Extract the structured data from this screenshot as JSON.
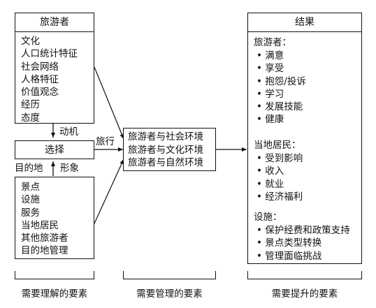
{
  "tourist_box": {
    "title": "旅游者",
    "items": [
      "文化",
      "人口统计特征",
      "社会网络",
      "人格特征",
      "价值观念",
      "经历",
      "态度"
    ]
  },
  "choice_box": {
    "label": "选择"
  },
  "destination_box": {
    "items": [
      "景点",
      "设施",
      "服务",
      "当地居民",
      "其他旅游者",
      "目的地管理"
    ]
  },
  "interaction_box": {
    "items": [
      "旅游者与社会环境",
      "旅游者与文化环境",
      "旅游者与自然环境"
    ]
  },
  "results_box": {
    "title": "结果",
    "tourist_heading": "旅游者：",
    "tourist_items": [
      "满意",
      "享受",
      "抱怨/投诉",
      "学习",
      "发展技能",
      "健康"
    ],
    "resident_heading": "当地居民：",
    "resident_items": [
      "受到影响",
      "收入",
      "就业",
      "经济福利"
    ],
    "facility_heading": "设施：",
    "facility_items": [
      "保护经费和政策支持",
      "景点类型转换",
      "管理面临挑战"
    ]
  },
  "arrow_labels": {
    "motivation": "动机",
    "travel": "旅行",
    "destination": "目的地",
    "image": "形象"
  },
  "footer": {
    "understand": "需要理解的要素",
    "manage": "需要管理的要素",
    "improve": "需要提升的要素"
  }
}
